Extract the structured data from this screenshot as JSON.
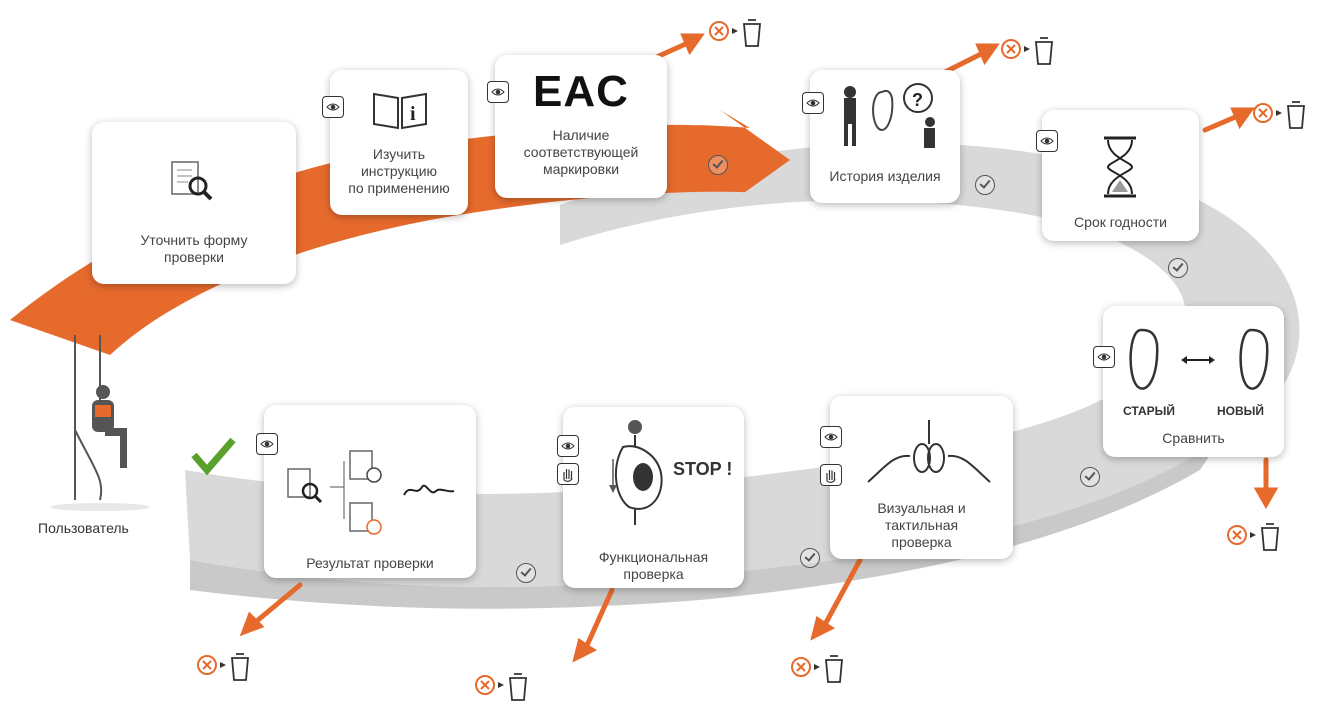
{
  "steps": {
    "form": "Уточнить форму\nпроверки",
    "instructions": "Изучить\nинструкцию\nпо применению",
    "marking": "Наличие\nсоответствующей\nмаркировки",
    "marking_logo": "EAC",
    "history": "История изделия",
    "expiry": "Срок годности",
    "compare": "Сравнить",
    "compare_old": "СТАРЫЙ",
    "compare_new": "НОВЫЙ",
    "visual": "Визуальная и\nтактильная\nпроверка",
    "functional": "Функциональная\nпроверка",
    "functional_stop": "STOP !",
    "result": "Результат проверки"
  },
  "user_label": "Пользователь",
  "colors": {
    "orange": "#e66a2c",
    "gray_band": "#d6d6d6",
    "green_check": "#5aa02c"
  },
  "icons": [
    "eye-icon",
    "hand-icon",
    "check-circle-icon",
    "reject-bin-icon",
    "info-book-icon",
    "hourglass-icon",
    "magnifier-doc-icon"
  ]
}
